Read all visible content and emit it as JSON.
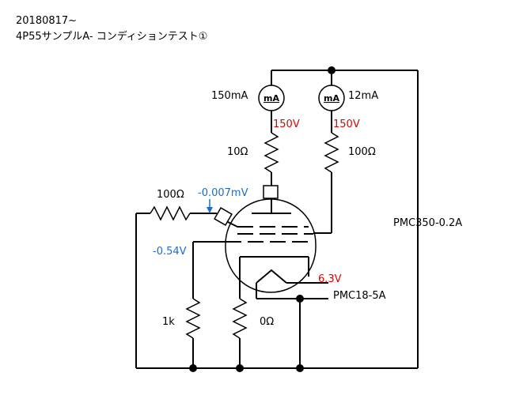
{
  "header": {
    "date": "20180817~",
    "title": "4P55サンプルA- コンディションテスト①"
  },
  "meters": {
    "left": {
      "symbol": "mA",
      "reading": "150mA"
    },
    "right": {
      "symbol": "mA",
      "reading": "12mA"
    }
  },
  "voltages": {
    "plate": "150V",
    "screen": "150V",
    "grid": "-0.007mV",
    "cathode": "-0.54V",
    "heater": "6.3V"
  },
  "resistors": {
    "plate": "10Ω",
    "screen": "100Ω",
    "grid": "100Ω",
    "cathode": "1k",
    "zero": "0Ω"
  },
  "supplies": {
    "heater": "PMC18-5A",
    "plate": "PMC350-0.2A"
  },
  "colors": {
    "red": "#e00000",
    "blue": "#1a6ec6",
    "black": "#000000"
  }
}
